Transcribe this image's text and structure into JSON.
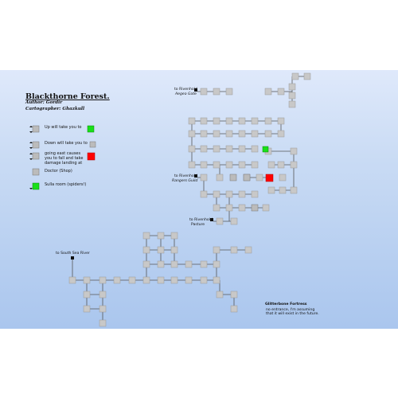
{
  "header": {
    "title": "Blackthorne Forest.",
    "author_label": "Author:",
    "author": "Gordir",
    "cartographer_label": "Cartographer:",
    "cartographer": "Ghazkull"
  },
  "legend": [
    {
      "icon": "up-down-room-icon",
      "text": "Up will take you to",
      "target_color": "#19e019"
    },
    {
      "icon": "up-down-room-icon",
      "text": "Down will take you to"
    },
    {
      "icon": "down-room-icon",
      "text": "going east causes you to fall and take damage landing at",
      "target_color": "#ff0000"
    },
    {
      "icon": "doctor-room-icon",
      "text": "Doctor (Shop)"
    },
    {
      "icon": "green-room-icon",
      "text": "Sulla room (spiders!)",
      "target_color": "#19e019"
    }
  ],
  "labels": {
    "exit_top": "to Rivenhold",
    "exit_top_sub": "Aegea Gate",
    "exit_mid": "to Rivenhold",
    "exit_mid_sub": "Rangers Guild",
    "exit_low": "to Rivenhold",
    "exit_low_sub": "Pasture",
    "exit_south": "to South Sea River",
    "fortress_title": "Glitterbone Fortress",
    "fortress_note": "no entrance, I'm assuming that it will exist in the future."
  },
  "colors": {
    "room": "#c8c8c8",
    "room_border": "#9a9a9a",
    "special_green": "#19e019",
    "special_red": "#ff0000",
    "link": "#555555"
  }
}
